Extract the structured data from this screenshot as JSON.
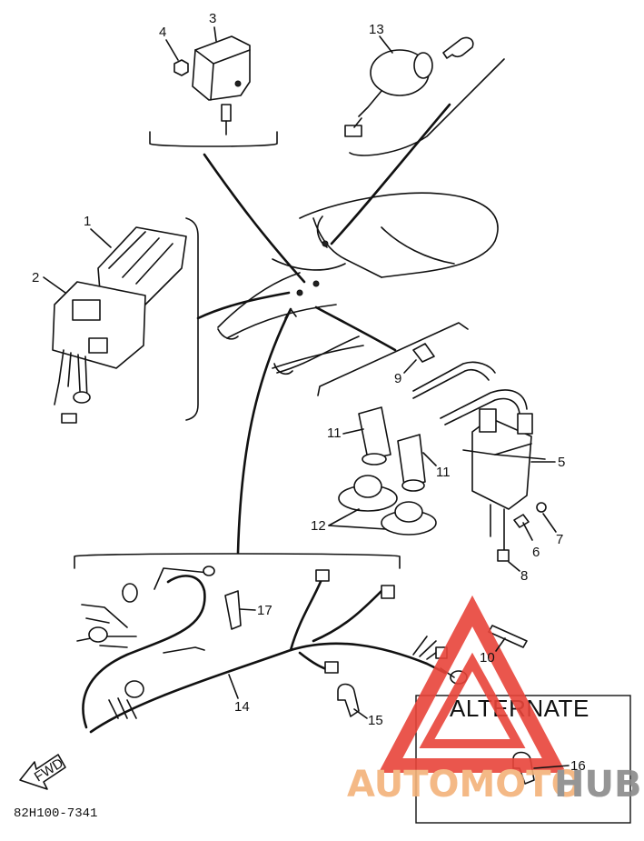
{
  "parts": [
    {
      "number": "1"
    },
    {
      "number": "2"
    },
    {
      "number": "3"
    },
    {
      "number": "4"
    },
    {
      "number": "5"
    },
    {
      "number": "6"
    },
    {
      "number": "7"
    },
    {
      "number": "8"
    },
    {
      "number": "9"
    },
    {
      "number": "10"
    },
    {
      "number": "11"
    },
    {
      "number": "11"
    },
    {
      "number": "12"
    },
    {
      "number": "13"
    },
    {
      "number": "14"
    },
    {
      "number": "15"
    },
    {
      "number": "16"
    },
    {
      "number": "17"
    }
  ],
  "alternate_box": {
    "title": "ALTERNATE"
  },
  "fwd_arrow": {
    "label": "FWD"
  },
  "drawing_code": "82H100-7341",
  "watermark": {
    "text_part1": "AUTOMOTO",
    "text_part2": "HUB",
    "color_triangle": "#e8443a",
    "color_text1": "#f3b27a",
    "color_text2": "#8a8a8a"
  }
}
